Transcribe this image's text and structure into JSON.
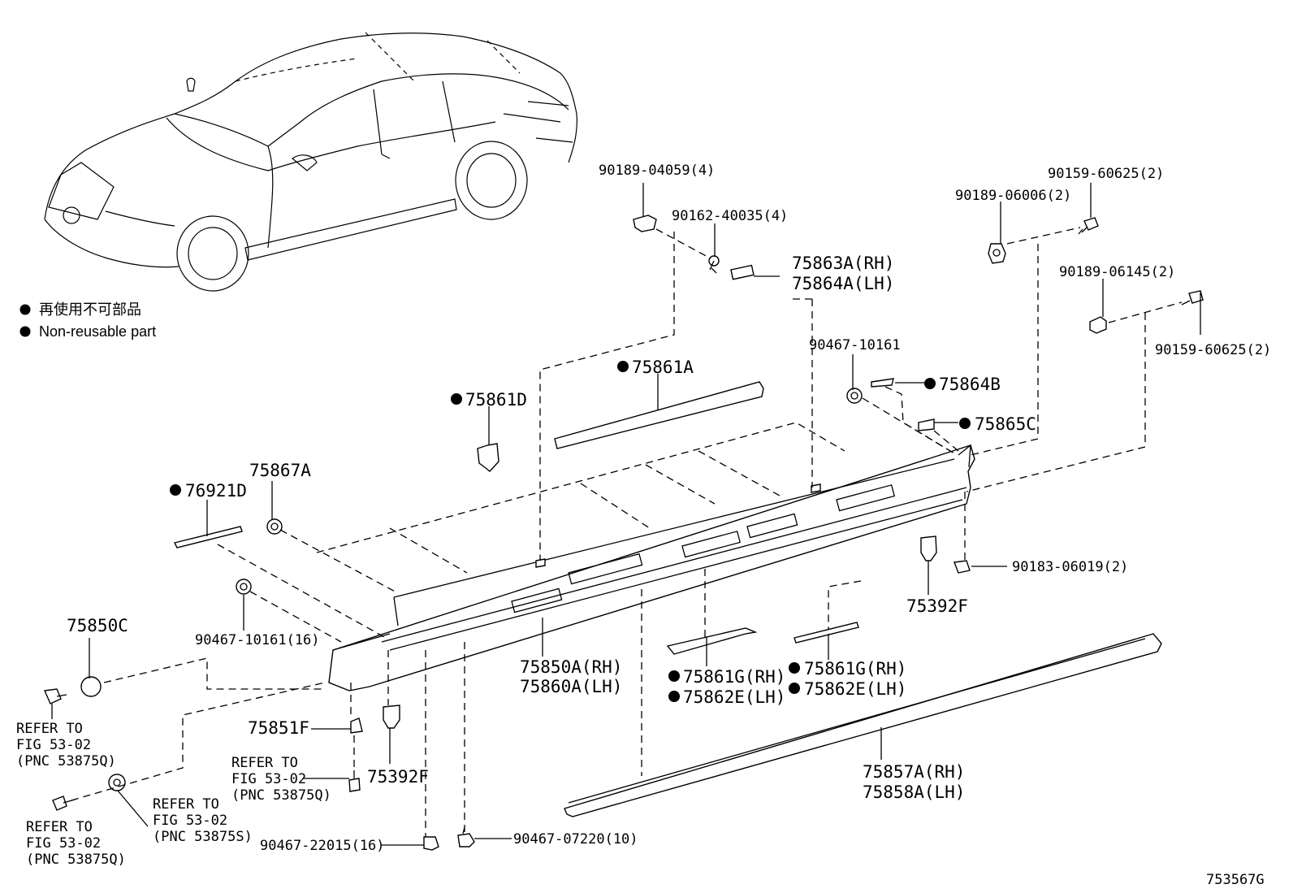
{
  "legend": {
    "japanese": "再使用不可部品",
    "english": "Non-reusable part"
  },
  "figure_code": "753567G",
  "labels": {
    "p90189_04059": "90189-04059(4)",
    "p90162_40035": "90162-40035(4)",
    "p75863A": "75863A(RH)",
    "p75864A": "75864A(LH)",
    "p90159_60625_top": "90159-60625(2)",
    "p90189_06006": "90189-06006(2)",
    "p90189_06145": "90189-06145(2)",
    "p90159_60625_right": "90159-60625(2)",
    "p90467_10161_top": "90467-10161",
    "p75864B": "75864B",
    "p75865C": "75865C",
    "p75861A": "75861A",
    "p75861D": "75861D",
    "p75867A": "75867A",
    "p76921D": "76921D",
    "p90467_10161_16": "90467-10161(16)",
    "p75850C": "75850C",
    "p90183_06019": "90183-06019(2)",
    "p75392F_right": "75392F",
    "p75850A": "75850A(RH)",
    "p75860A": "75860A(LH)",
    "p75861G_mid": "75861G(RH)",
    "p75862E_mid": "75862E(LH)",
    "p75861G_right": "75861G(RH)",
    "p75862E_right": "75862E(LH)",
    "p75857A": "75857A(RH)",
    "p75858A": "75858A(LH)",
    "p75851F": "75851F",
    "p75392F_left": "75392F",
    "p90467_22015": "90467-22015(16)",
    "p90467_07220": "90467-07220(10)"
  },
  "refer_notes": {
    "left_top": [
      "REFER TO",
      "FIG 53-02",
      "(PNC 53875Q)"
    ],
    "center": [
      "REFER TO",
      "FIG 53-02",
      "(PNC 53875Q)"
    ],
    "bottom_left": [
      "REFER TO",
      "FIG 53-02",
      "(PNC 53875Q)"
    ],
    "bottom_mid": [
      "REFER TO",
      "FIG 53-02",
      "(PNC 53875S)"
    ]
  },
  "icons": {
    "non_reusable_marker": "filled-circle-icon"
  }
}
